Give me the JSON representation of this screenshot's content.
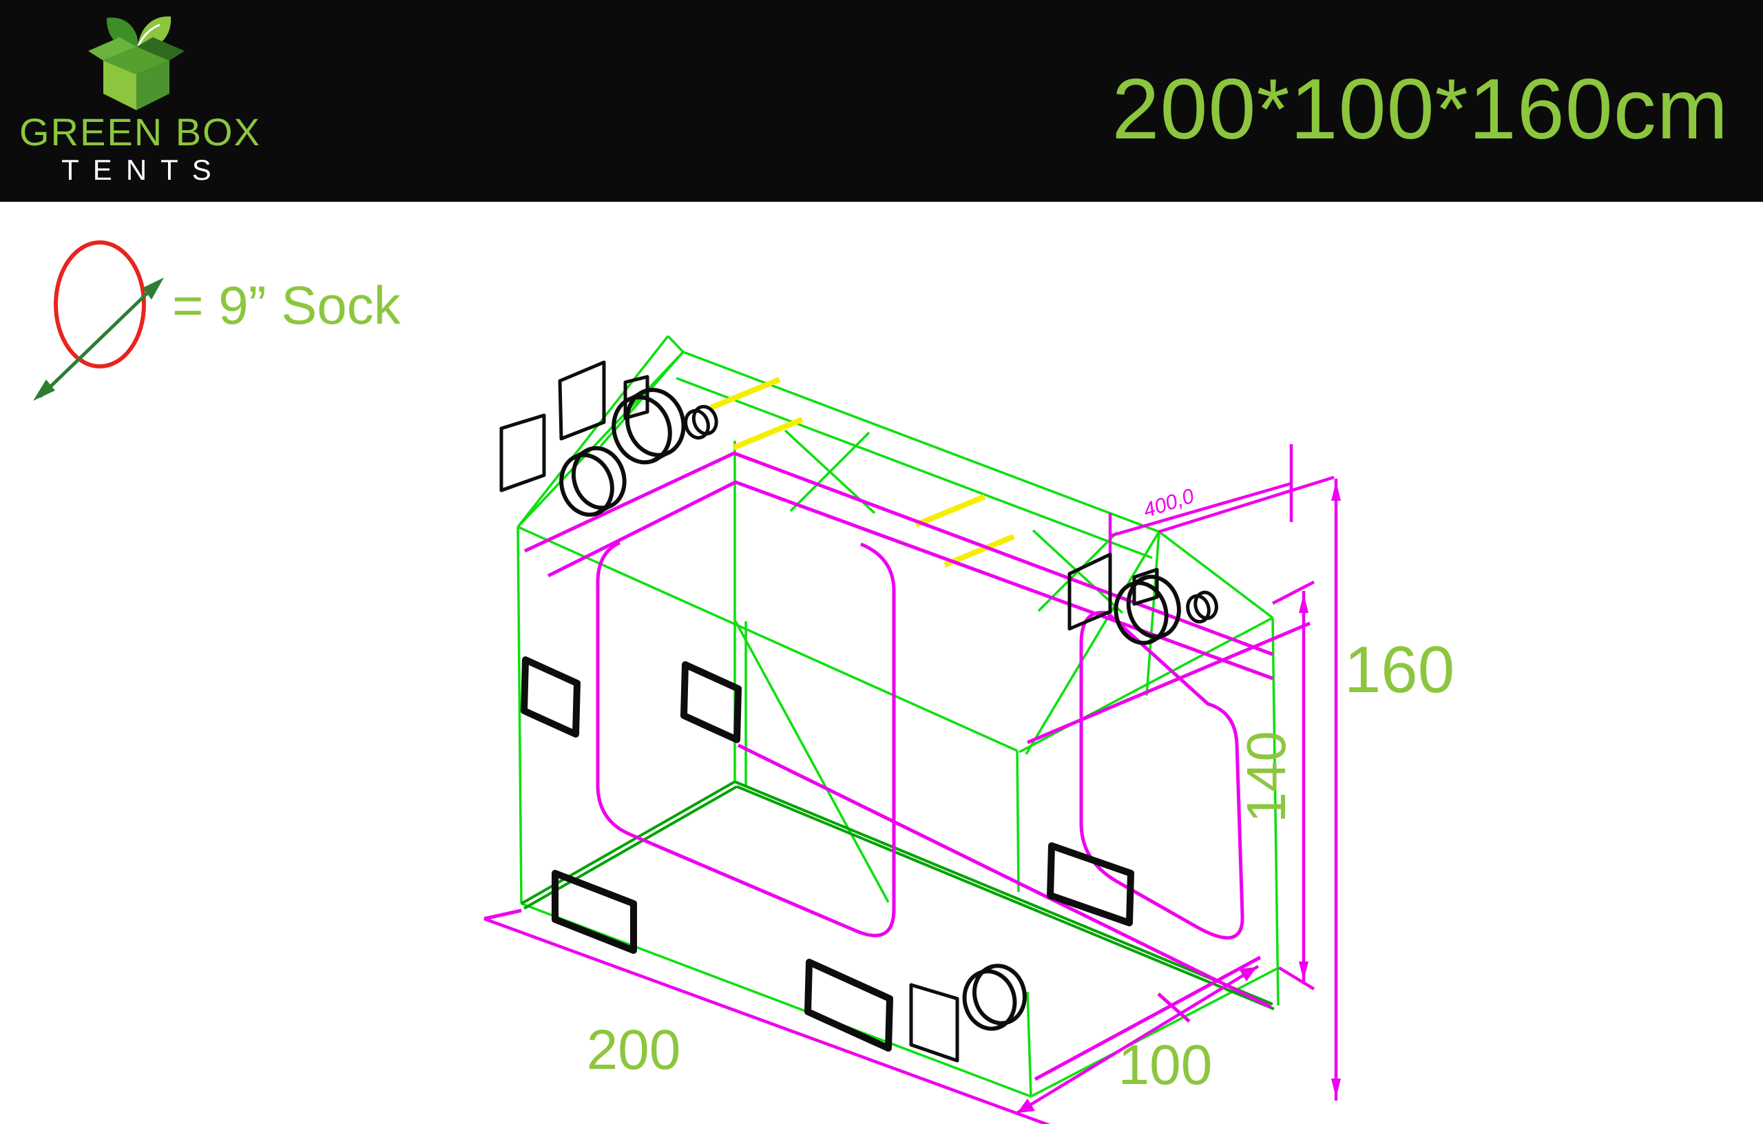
{
  "header": {
    "logo": {
      "icon": "green-box-leaves-logo",
      "brand_line1": "GREEN BOX",
      "brand_line2": "TENTS"
    },
    "size_title": "200*100*160cm"
  },
  "legend": {
    "symbol": "crossed-circle-sock-port",
    "label": "= 9” Sock"
  },
  "diagram": {
    "type": "grow-tent-wireframe-perspective",
    "dimensions": {
      "length_cm": "200",
      "depth_cm": "100",
      "total_height_cm": "160",
      "wall_height_cm": "140",
      "roof_detail_mm": "400,0"
    },
    "features": {
      "duct_sock_ports": 6,
      "vent_openings": 5,
      "vent_flaps": 6,
      "roof_hanger_bars": 4
    }
  },
  "colors": {
    "header_background": "#0b0b0b",
    "brand_green": "#8cc63e",
    "brand_white": "#ffffff",
    "frame_green": "#0de00d",
    "floor_dark_green": "#00a300",
    "fabric_magenta": "#ee00ee",
    "hanger_yellow": "#f4ef00",
    "port_black": "#0d0d0d",
    "legend_red": "#e8241f",
    "legend_line_green": "#2e7d32",
    "canvas": "#ffffff"
  }
}
